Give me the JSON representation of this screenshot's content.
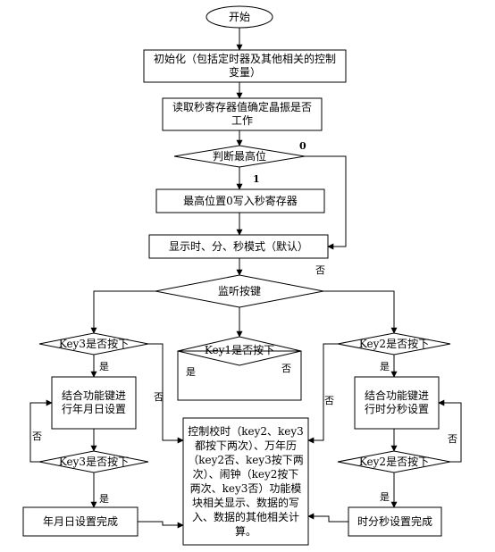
{
  "nodes": {
    "start": "开始",
    "init": "初始化（包括定时器及其他相关的控制变量）",
    "read_sec": "读取秒寄存器值确定晶振是否工作",
    "judge_msb": "判断最高位",
    "write_msb": "最高位置0写入秒寄存器",
    "display": "显示时、分、秒模式（默认）",
    "monitor": "监听按键",
    "key3_q1": "Key3是否按下",
    "key1_q": "Key1是否按下",
    "key2_q1": "Key2是否按下",
    "set_ymd": "结合功能键进行年月日设置",
    "set_hms": "结合功能键进行时分秒设置",
    "control": "控制校时（key2、key3都按下两次）、万年历（key2否、key3按下两次）、闹钟（key2按下两次、key3否）功能模块相关显示、数据的写入、数据的其他相关计算。",
    "key3_q2": "Key3是否按下",
    "key2_q2": "Key2是否按下",
    "ymd_done": "年月日设置完成",
    "hms_done": "时分秒设置完成"
  },
  "labels": {
    "zero": "0",
    "one": "1",
    "no_monitor": "否",
    "yes_k3": "是",
    "no_k3": "否",
    "yes_k1": "是",
    "no_k1": "否",
    "yes_k2": "是",
    "no_k2": "否",
    "no_k3b": "否",
    "yes_k3b": "是",
    "no_k2b": "否",
    "yes_k2b": "是"
  }
}
